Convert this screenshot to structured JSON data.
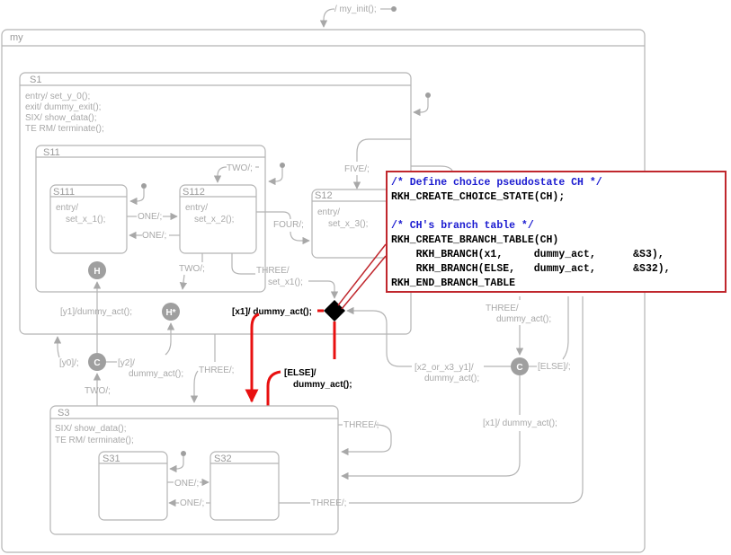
{
  "diagram": {
    "initial_label": "/ my_init();",
    "states": {
      "my": {
        "name": "my"
      },
      "S1": {
        "name": "S1",
        "actions": [
          "entry/ set_y_0();",
          "exit/ dummy_exit();",
          "SIX/ show_data();",
          "TE RM/ terminate();"
        ]
      },
      "S11": {
        "name": "S11"
      },
      "S111": {
        "name": "S111",
        "actions": [
          "entry/",
          "set_x_1();"
        ]
      },
      "S112": {
        "name": "S112",
        "actions": [
          "entry/",
          "set_x_2();"
        ]
      },
      "S12": {
        "name": "S12",
        "actions": [
          "entry/",
          "set_x_3();"
        ]
      },
      "S3": {
        "name": "S3",
        "actions": [
          "SIX/ show_data();",
          "TE RM/ terminate();"
        ]
      },
      "S31": {
        "name": "S31"
      },
      "S32": {
        "name": "S32"
      }
    },
    "pseudostates": {
      "history_shallow": "H",
      "history_deep": "H*",
      "conditional_left": "C",
      "conditional_right": "C"
    },
    "transitions": {
      "two_top": "TWO/;",
      "five": "FIVE/;",
      "one_fwd": "ONE/;",
      "one_back": "ONE/;",
      "four": "FOUR/;",
      "two_bottom": "TWO/;",
      "three_set_x1_a": "THREE/",
      "three_set_x1_b": "set_x1();",
      "x1_dummy": "[x1]/ dummy_act();",
      "else_a": "[ELSE]/",
      "else_b": "dummy_act();",
      "y1_dummy": "[y1]/dummy_act();",
      "y0": "[y0]/;",
      "y2_a": "[y2]/",
      "y2_b": "dummy_act();",
      "two_c": "TWO/;",
      "three_s3": "THREE/;",
      "three_right_a": "THREE/",
      "three_right_b": "dummy_act();",
      "x2_x3_y1_a": "[x2_or_x3_y1]/",
      "x2_x3_y1_b": "dummy_act();",
      "else_right": "[ELSE]/;",
      "x1_right": "[x1]/ dummy_act();",
      "three_self": "THREE/;",
      "s31_one_fwd": "ONE/;",
      "s31_one_back": "ONE/;",
      "three_s32": "THREE/;"
    }
  },
  "code_callout": {
    "lines": [
      {
        "text": "/* Define choice pseudostate CH */",
        "type": "comment"
      },
      {
        "text": "RKH_CREATE_CHOICE_STATE(CH);",
        "type": "code"
      },
      {
        "text": "",
        "type": "code"
      },
      {
        "text": "/* CH's branch table */",
        "type": "comment"
      },
      {
        "text": "RKH_CREATE_BRANCH_TABLE(CH)",
        "type": "code"
      },
      {
        "text": "    RKH_BRANCH(x1,     dummy_act,      &S3),",
        "type": "code"
      },
      {
        "text": "    RKH_BRANCH(ELSE,   dummy_act,      &S32),",
        "type": "code"
      },
      {
        "text": "RKH_END_BRANCH_TABLE",
        "type": "code"
      }
    ]
  }
}
